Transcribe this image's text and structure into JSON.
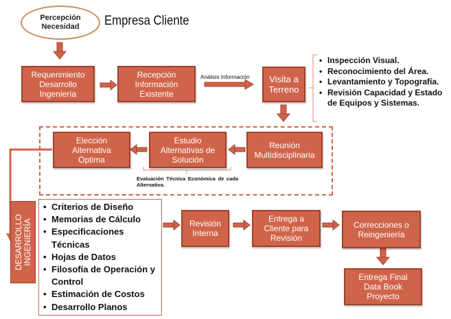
{
  "header": {
    "start_node": "Percepción\nNecesidad",
    "title": "Empresa Cliente"
  },
  "row1": {
    "requerimiento": "Requerimiento\nDesarrollo\nIngeniería",
    "recepcion": "Recepción\nInformación\nExistente",
    "arrow_label": "Análisis Información",
    "visita": "Visita a\nTerreno",
    "visita_details": [
      "Inspección Visual.",
      "Reconocimiento del Área.",
      "Levantamiento y Topografía.",
      "Revisión Capacidad y Estado de Equipos y Sistemas."
    ]
  },
  "row2": {
    "reunion": "Reunión\nMultidisciplinaria",
    "estudio": "Estudio\nAlternativas de\nSolución",
    "eleccion": "Elección\nAlternativa\nÓptima",
    "evaluation_note": "Evaluación Técnica Económica de cada Alternativa."
  },
  "row3": {
    "vertical_label": "DESARROLLO\nINGENIERÍA",
    "deliverables": [
      "Criterios de Diseño",
      "Memorias de Cálculo",
      "Especificaciones Técnicas",
      "Hojas de Datos",
      "Filosofía de Operación y Control",
      "Estimación  de Costos",
      "Desarrollo Planos"
    ],
    "revision_interna": "Revisión\nInterna",
    "entrega_cliente": "Entrega a\nCliente para\nRevisión",
    "correcciones": "Correcciones o\nReingeniería",
    "entrega_final": "Entrega Final\nData Book\nProyecto"
  },
  "colors": {
    "box_fill": "#d0644a",
    "box_border": "#a0412d",
    "ellipse_border": "#c98f56"
  }
}
